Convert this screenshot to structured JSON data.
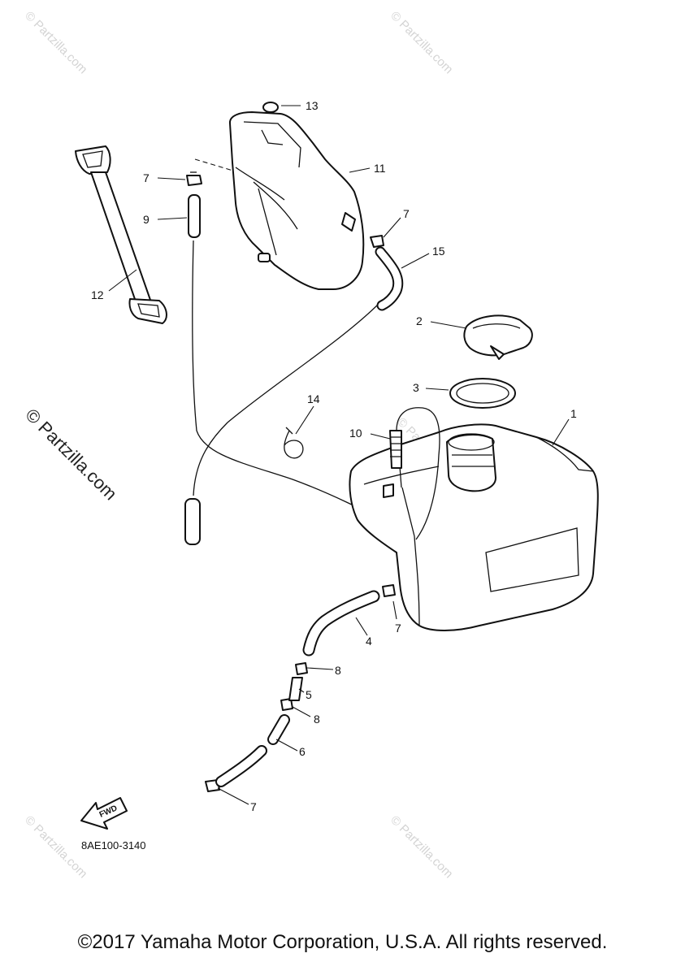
{
  "diagram_code": "8AE100-3140",
  "copyright": "©2017 Yamaha Motor Corporation, U.S.A. All rights reserved.",
  "watermark": "© Partzilla.com",
  "fwd_label": "FWD",
  "callouts": {
    "c1": "1",
    "c2": "2",
    "c3": "3",
    "c4": "4",
    "c5": "5",
    "c6": "6",
    "c7a": "7",
    "c7b": "7",
    "c7c": "7",
    "c7d": "7",
    "c8a": "8",
    "c8b": "8",
    "c9": "9",
    "c10": "10",
    "c11": "11",
    "c12": "12",
    "c13": "13",
    "c14": "14",
    "c15": "15"
  }
}
